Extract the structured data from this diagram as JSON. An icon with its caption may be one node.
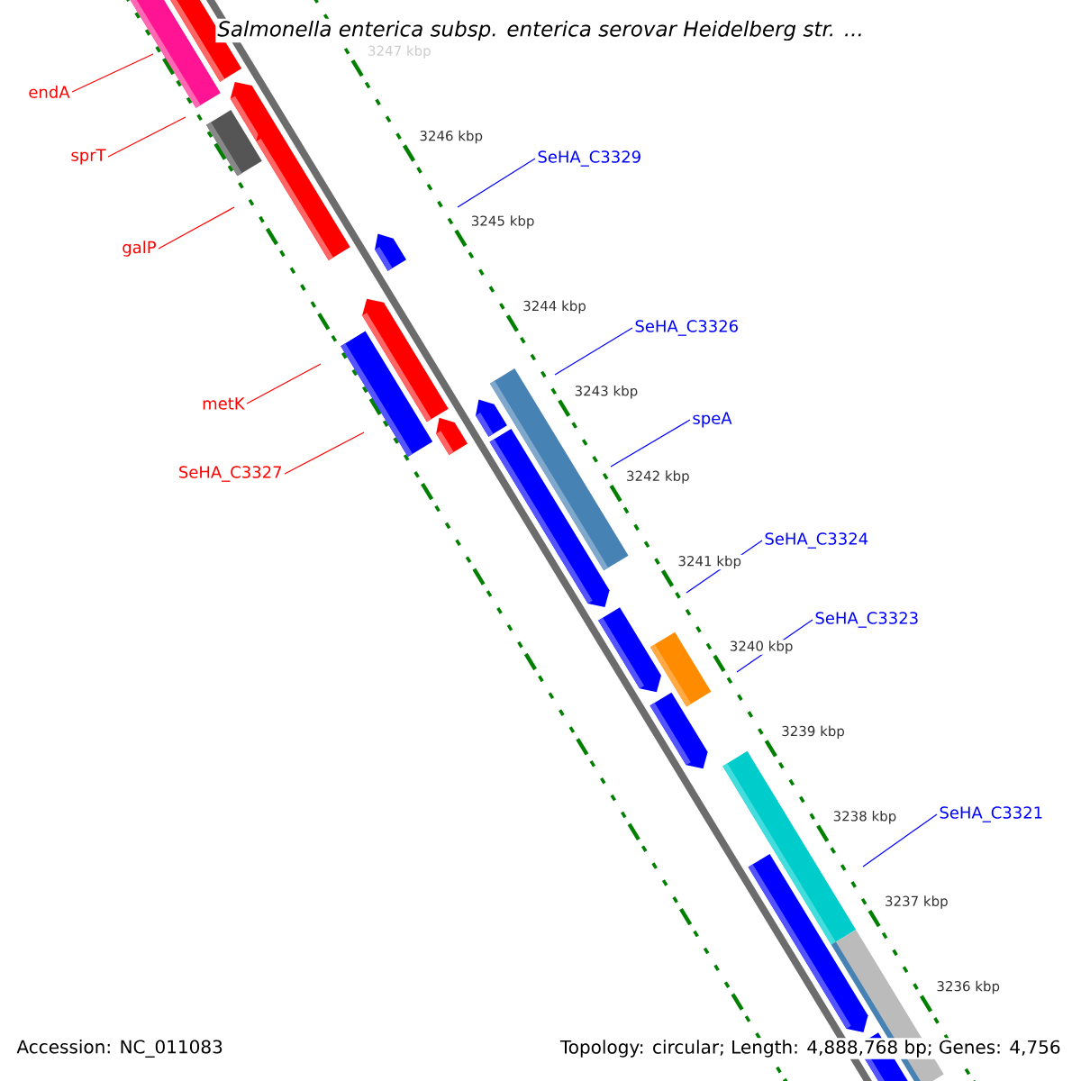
{
  "diagram": {
    "title": "Salmonella enterica subsp. enterica serovar Heidelberg str. ...",
    "nodes": [
      {
        "text": [
          "endA"
        ]
      },
      {
        "text": [
          "sprT"
        ]
      },
      {
        "text": [
          "galP"
        ]
      },
      {
        "text": [
          "metK"
        ]
      },
      {
        "text": [
          "SeHA_C3327"
        ]
      },
      {
        "text": [
          "SeHA_C3329"
        ]
      },
      {
        "text": [
          "SeHA_C3326"
        ]
      },
      {
        "text": [
          "speA"
        ]
      },
      {
        "text": [
          "SeHA_C3324"
        ]
      },
      {
        "text": [
          "SeHA_C3323"
        ]
      },
      {
        "text": [
          "SeHA_C3321"
        ]
      }
    ],
    "edges": [
      {
        "from": 0,
        "to": null,
        "arrow": "none",
        "color": "#ff0000"
      },
      {
        "from": 1,
        "to": null,
        "arrow": "none",
        "color": "#ff0000"
      },
      {
        "from": 2,
        "to": null,
        "arrow": "none",
        "color": "#ff0000"
      },
      {
        "from": 3,
        "to": null,
        "arrow": "none",
        "color": "#ff0000"
      },
      {
        "from": 4,
        "to": null,
        "arrow": "none",
        "color": "#ff0000"
      },
      {
        "from": 5,
        "to": null,
        "arrow": "none"
      },
      {
        "from": 6,
        "to": null,
        "arrow": "none"
      },
      {
        "from": 7,
        "to": null,
        "arrow": "none"
      },
      {
        "from": 8,
        "to": null,
        "arrow": "none"
      },
      {
        "from": 9,
        "to": null,
        "arrow": "none"
      },
      {
        "from": 10,
        "to": null,
        "arrow": "none"
      }
    ],
    "labels": [
      "3247 kbp",
      "3246 kbp",
      "3245 kbp",
      "3244 kbp",
      "3243 kbp",
      "3242 kbp",
      "3241 kbp",
      "3240 kbp",
      "3239 kbp",
      "3238 kbp",
      "3237 kbp",
      "3236 kbp",
      "Accession: NC_011083",
      "Topology: circular; Length: 4,888,768 bp; Genes: 4,756"
    ]
  }
}
